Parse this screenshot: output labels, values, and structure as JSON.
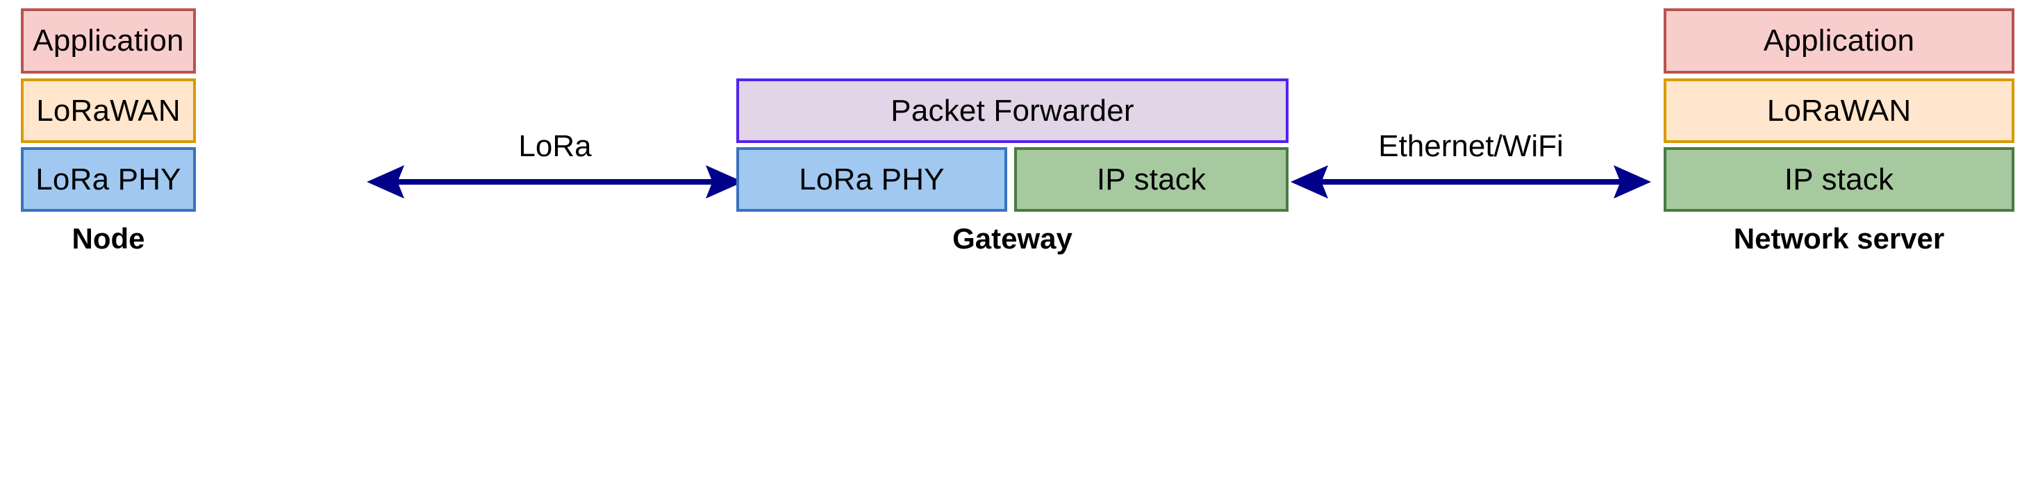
{
  "diagram": {
    "title": "LoRaWAN network architecture layer diagram",
    "background": "#ffffff",
    "arrow_color": "#00008b"
  },
  "palette": {
    "application_fill": "#f8cecc",
    "application_stroke": "#b85450",
    "lorawan_fill": "#ffe6cc",
    "lorawan_stroke": "#d79b00",
    "lora_phy_fill": "#a0c8f0",
    "lora_phy_stroke": "#3a72c0",
    "packet_forwarder_fill": "#e1d5e7",
    "packet_forwarder_stroke": "#5522ee",
    "ip_stack_fill": "#a7c9a0",
    "ip_stack_stroke": "#4a7a42",
    "arrow": "#00008b"
  },
  "columns": {
    "node": {
      "group_label": "Node",
      "layers": [
        {
          "label": "Application",
          "fill": "#f8cecc",
          "stroke": "#b85450"
        },
        {
          "label": "LoRaWAN",
          "fill": "#ffe6cc",
          "stroke": "#d79b00"
        },
        {
          "label": "LoRa PHY",
          "fill": "#a0c8f0",
          "stroke": "#3a72c0"
        }
      ]
    },
    "gateway": {
      "group_label": "Gateway",
      "layers": [
        {
          "label": "Packet Forwarder",
          "fill": "#e1d5e7",
          "stroke": "#5522ee"
        },
        {
          "label": "LoRa PHY",
          "fill": "#a0c8f0",
          "stroke": "#3a72c0"
        },
        {
          "label": "IP stack",
          "fill": "#a7c9a0",
          "stroke": "#4a7a42"
        }
      ]
    },
    "network_server": {
      "group_label": "Network server",
      "layers": [
        {
          "label": "Application",
          "fill": "#f8cecc",
          "stroke": "#b85450"
        },
        {
          "label": "LoRaWAN",
          "fill": "#ffe6cc",
          "stroke": "#d79b00"
        },
        {
          "label": "IP stack",
          "fill": "#a7c9a0",
          "stroke": "#4a7a42"
        }
      ]
    }
  },
  "links": [
    {
      "label": "LoRa",
      "from": "Node / LoRa PHY",
      "to": "Gateway / LoRa PHY",
      "direction": "bidirectional"
    },
    {
      "label": "Ethernet/WiFi",
      "from": "Gateway / IP stack",
      "to": "Network server / IP stack",
      "direction": "bidirectional"
    }
  ]
}
